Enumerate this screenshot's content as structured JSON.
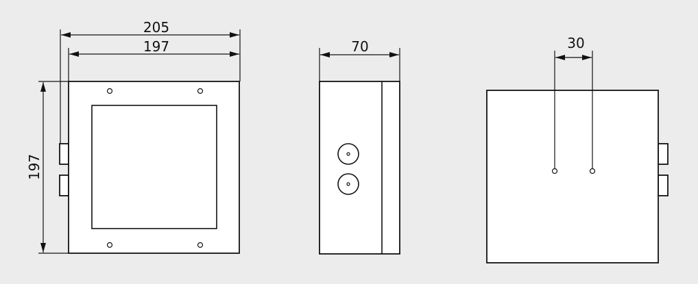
{
  "front_view": {
    "outer_width_label": "205",
    "inner_width_label": "197",
    "height_label": "197"
  },
  "side_view": {
    "depth_label": "70"
  },
  "back_view": {
    "hole_spacing_label": "30"
  }
}
